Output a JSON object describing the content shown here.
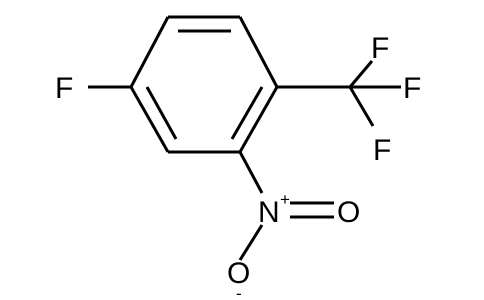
{
  "molecule": {
    "atoms": {
      "fluoro": "F",
      "cf3_f_top": "F",
      "cf3_f_right": "F",
      "cf3_f_bottom": "F",
      "nitro_n": "N",
      "nitro_o_double": "O",
      "nitro_o_single": "O"
    },
    "charges": {
      "nitrogen": "+",
      "oxygen": "-"
    },
    "colors": {
      "bonds": "#000000",
      "labels": "#000000",
      "background": "#ffffff"
    }
  }
}
